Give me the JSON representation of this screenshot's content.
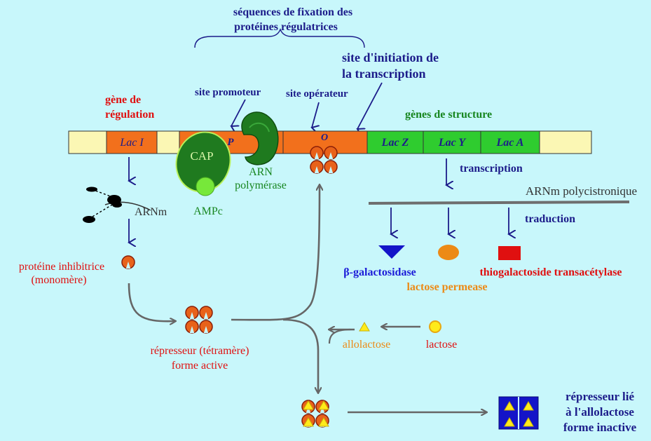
{
  "colors": {
    "background": "#c8f7fb",
    "dna_pale": "#fbf7b4",
    "dna_orange": "#f2701c",
    "dna_green": "#2fcc2f",
    "navy": "#1c1c8a",
    "red": "#e01010",
    "green_text": "#17861f",
    "orange_text": "#ec8a16",
    "arrow_grey": "#666666",
    "cap_green": "#1f7a1f",
    "ampc_green": "#77e83a",
    "yellow": "#ffeb1a"
  },
  "header": {
    "binding_sequences_line1": "séquences de fixation des",
    "binding_sequences_line2": "protéines régulatrices",
    "transcription_start_line1": "site d'initiation de",
    "transcription_start_line2": "la transcription"
  },
  "labels": {
    "promoter_site": "site promoteur",
    "operator_site": "site opérateur",
    "regulation_gene_line1": "gène de",
    "regulation_gene_line2": "régulation",
    "structure_genes": "gènes de structure",
    "cap": "CAP",
    "ampc": "AMPc",
    "rna_polymerase_line1": "ARN",
    "rna_polymerase_line2": "polymérase",
    "arnm": "ARNm",
    "transcription": "transcription",
    "polycistronic_mrna": "ARNm polycistronique",
    "translation": "traduction",
    "inhibitor_line1": "protéine inhibitrice",
    "inhibitor_line2": "(monomère)",
    "repressor_line1": "répresseur (tétramère)",
    "repressor_line2": "forme active",
    "allolactose": "allolactose",
    "lactose": "lactose",
    "bound_repressor_line1": "répresseur lié",
    "bound_repressor_line2": "à l'allolactose",
    "bound_repressor_line3": "forme inactive"
  },
  "dna": {
    "lac_i": "Lac I",
    "p": "P",
    "o": "O",
    "lac_z": "Lac Z",
    "lac_y": "Lac Y",
    "lac_a": "Lac A"
  },
  "products": {
    "beta_gal": "β-galactosidase",
    "permease": "lactose permease",
    "transacetylase": "thiogalactoside transacétylase"
  }
}
